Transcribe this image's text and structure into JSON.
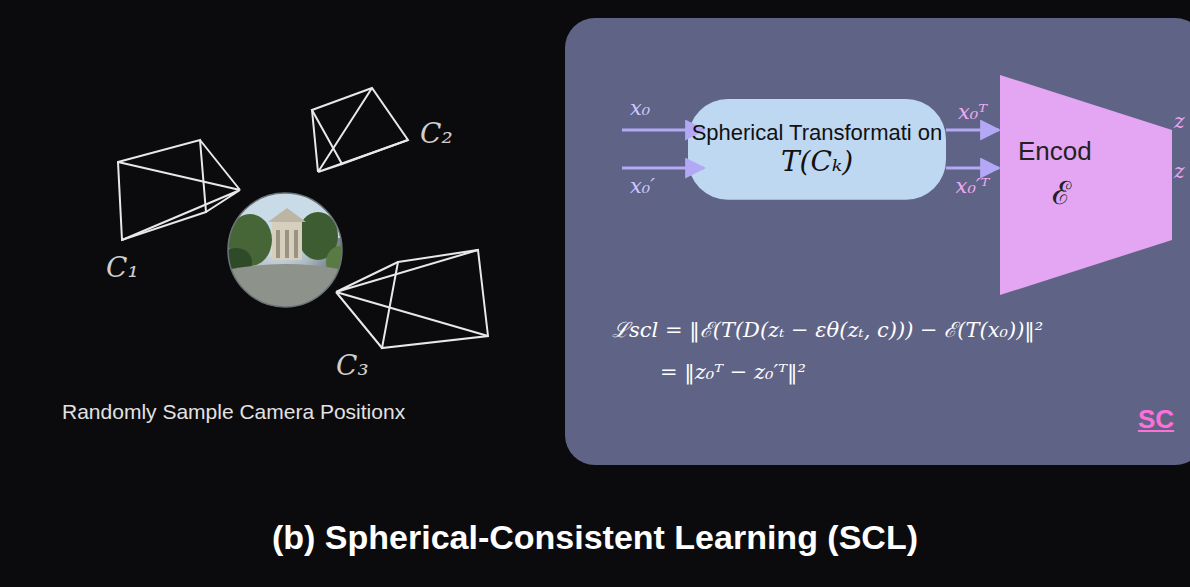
{
  "diagram": {
    "caption": "(b) Spherical-Consistent Learning (SCL)",
    "nodes": [
      {
        "text": [
          "ℒscl = ‖ℰ(T(D(zₜ − εθ(zₜ, c))) − ℰ(T(x₀))‖²",
          "= ‖z₀ᵀ − z₀′ᵀ‖²",
          "SC"
        ]
      },
      {
        "text": [
          "Spherical Transformati on",
          "T(Cₖ)"
        ],
        "in": 0
      },
      {
        "text": [
          "Encod",
          "ℰ"
        ],
        "in": 0
      }
    ],
    "edges": [
      {
        "from": 1,
        "to": 2,
        "arrow": "to",
        "label": "x₀ᵀ"
      },
      {
        "from": 1,
        "to": 2,
        "arrow": "to",
        "label": "x₀′ᵀ"
      }
    ],
    "labels": [
      "C₁",
      "C₂",
      "C₃",
      "Randomly Sample Camera Positionx",
      "x₀",
      "x₀′",
      "z",
      "z"
    ]
  }
}
